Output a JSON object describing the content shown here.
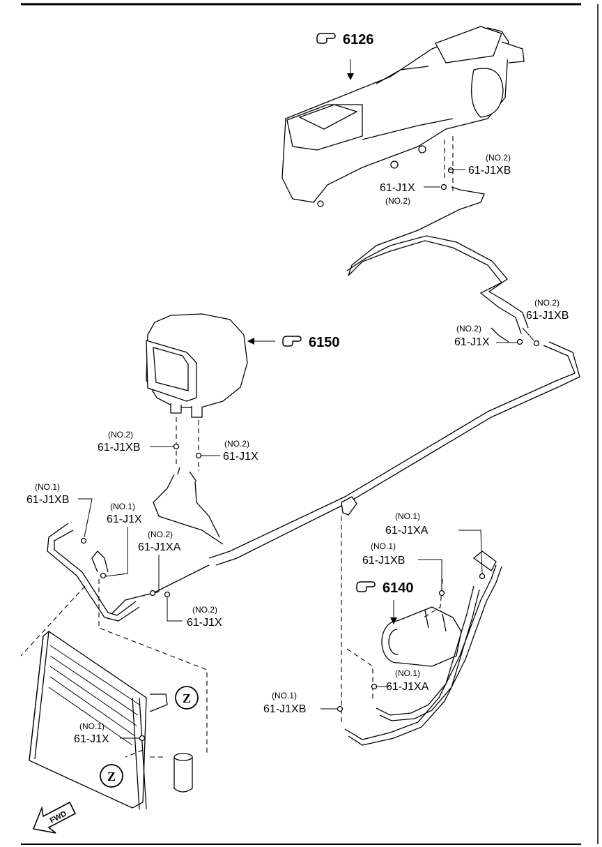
{
  "refs": {
    "r6126": "6126",
    "r6150": "6150",
    "r6140": "6140"
  },
  "callouts": {
    "c1": {
      "part": "61-J1XB",
      "size": "(NO.2)"
    },
    "c2": {
      "part": "61-J1X",
      "size": "(NO.2)"
    },
    "c3": {
      "part": "61-J1XB",
      "size": "(NO.2)"
    },
    "c4": {
      "part": "61-J1X",
      "size": "(NO.2)"
    },
    "c5": {
      "part": "61-J1XB",
      "size": "(NO.2)"
    },
    "c6": {
      "part": "61-J1X",
      "size": "(NO.2)"
    },
    "c7": {
      "part": "61-J1XB",
      "size": "(NO.1)"
    },
    "c8": {
      "part": "61-J1X",
      "size": "(NO.1)"
    },
    "c9": {
      "part": "61-J1XA",
      "size": "(NO.2)"
    },
    "c10": {
      "part": "61-J1X",
      "size": "(NO.2)"
    },
    "c11": {
      "part": "61-J1XA",
      "size": "(NO.1)"
    },
    "c12": {
      "part": "61-J1XB",
      "size": "(NO.1)"
    },
    "c13": {
      "part": "61-J1XA",
      "size": "(NO.1)"
    },
    "c14": {
      "part": "61-J1XB",
      "size": "(NO.1)"
    },
    "c15": {
      "part": "61-J1X",
      "size": "(NO.1)"
    }
  },
  "view_markers": {
    "z1": "Z",
    "z2": "Z"
  },
  "fwd": "FWD",
  "icons": [
    "pointing-hand-icon",
    "fwd-arrow-icon"
  ]
}
